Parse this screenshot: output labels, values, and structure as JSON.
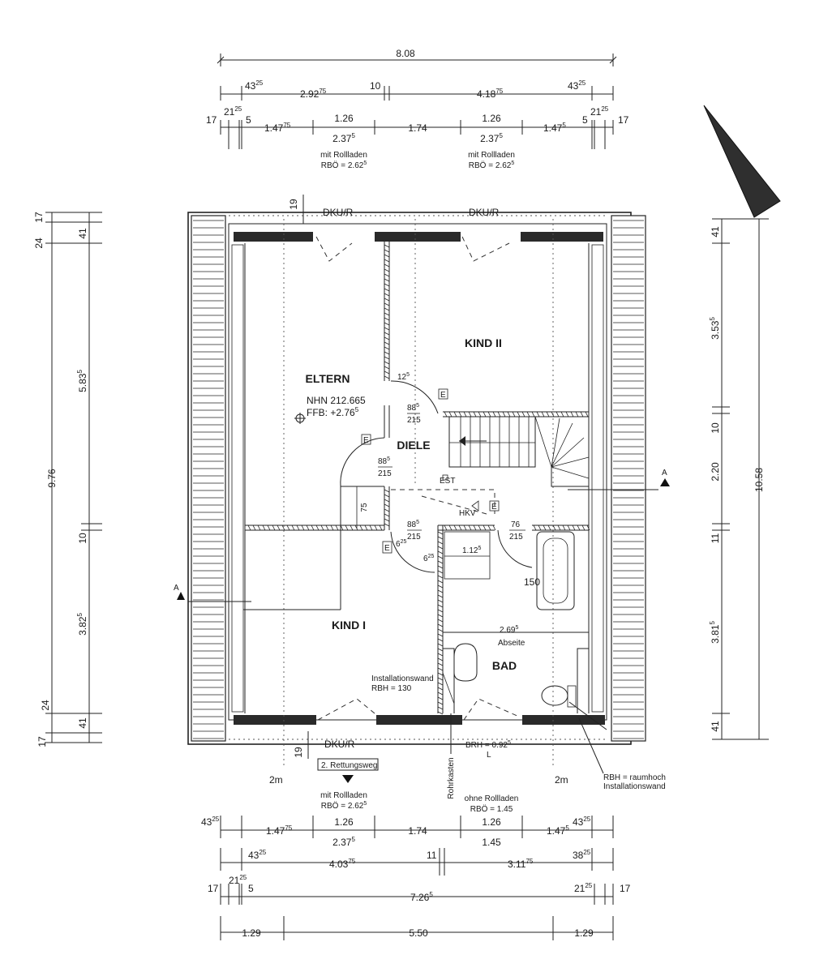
{
  "labels": {
    "top_total": "8.08",
    "top_r2_a": "43",
    "top_r2_a_sup": "25",
    "top_r2_b": "2.92",
    "top_r2_b_sup": "75",
    "top_r2_c": "10",
    "top_r2_d": "4.18",
    "top_r2_d_sup": "75",
    "top_r2_e": "43",
    "top_r2_e_sup": "25",
    "top_r3_a": "17",
    "top_r3_b": "21",
    "top_r3_b_sup": "25",
    "top_r3_c": "5",
    "top_r3_d": "1.47",
    "top_r3_d_sup": "75",
    "top_r3_e": "1.26",
    "top_r3_f": "1.74",
    "top_r3_g": "1.26",
    "top_r3_h": "1.47",
    "top_r3_h_sup": "5",
    "top_r3_i": "5",
    "top_r3_j": "21",
    "top_r3_j_sup": "25",
    "top_r3_k": "17",
    "top_win1": "2.37",
    "top_win1_sup": "5",
    "top_win2": "2.37",
    "top_win2_sup": "5",
    "rollladen_1": "mit Rollladen",
    "rbo_1": "RBÖ = 2.62",
    "rbo_1_sup": "5",
    "rollladen_2": "mit Rollladen",
    "rbo_2": "RBÖ = 2.62",
    "rbo_2_sup": "5",
    "dku_top_1": "DKU/R",
    "dku_top_2": "DKU/R",
    "dim_19_top": "19",
    "left_17": "17",
    "left_24_top": "24",
    "left_41_top": "41",
    "left_583": "5.83",
    "left_583_sup": "5",
    "left_976": "9.76",
    "left_10": "10",
    "left_382": "3.82",
    "left_382_sup": "5",
    "left_24_bot": "24",
    "left_41_bot": "41",
    "left_17_bot": "17",
    "right_41_top": "41",
    "right_353": "3.53",
    "right_353_sup": "5",
    "right_10": "10",
    "right_220": "2.20",
    "right_1058": "10.58",
    "right_11": "11",
    "right_381": "3.81",
    "right_381_sup": "5",
    "right_41_bot": "41",
    "room_eltern": "ELTERN",
    "nhn": "NHN 212.665",
    "ffb": "FFB: +2.76",
    "ffb_sup": "5",
    "room_kind2": "KIND II",
    "room_diele": "DIELE",
    "room_kind1": "KIND I",
    "room_bad": "BAD",
    "door_12": "12",
    "door_12_sup": "5",
    "door_88a": "88",
    "door_88a_sup": "5",
    "door_215a": "215",
    "door_88b": "88",
    "door_88b_sup": "5",
    "door_215b": "215",
    "door_88c": "88",
    "door_88c_sup": "5",
    "door_215c": "215",
    "door_76": "76",
    "door_215d": "215",
    "dim_75": "75",
    "dim_6a": "6",
    "dim_6a_sup": "25",
    "dim_6b": "6",
    "dim_6b_sup": "25",
    "dim_112": "1.12",
    "dim_112_sup": "5",
    "dim_150": "150",
    "dim_269": "2.69",
    "dim_269_sup": "5",
    "abseite": "Abseite",
    "est": "EST",
    "hkv": "HKV",
    "e1": "E",
    "e2": "E",
    "e3": "E",
    "e4": "E",
    "inst_wand": "Installationswand",
    "rbh_130": "RBH = 130",
    "section_a1": "A",
    "section_a2": "A",
    "dku_bot": "DKU/R",
    "dim_19_bot": "19",
    "brh": "BRH = 0.92",
    "brh_sup": "5",
    "brh_l": "L",
    "m2_left": "2m",
    "m2_right": "2m",
    "rettungsweg": "2. Rettungsweg",
    "rohrkasten": "Rohrkasten",
    "rbh_raum_1": "RBH = raumhoch",
    "rbh_raum_2": "Installationswand",
    "rollladen_3": "mit Rollladen",
    "rbo_3": "RBÖ = 2.62",
    "rbo_3_sup": "5",
    "ohne_rollladen": "ohne Rollladen",
    "rbo_4": "RBÖ = 1.45",
    "bot_r1_a": "43",
    "bot_r1_a_sup": "25",
    "bot_r1_b": "1.47",
    "bot_r1_b_sup": "75",
    "bot_r1_c": "1.26",
    "bot_r1_d": "1.74",
    "bot_r1_e": "1.26",
    "bot_r1_f": "1.47",
    "bot_r1_f_sup": "5",
    "bot_r1_g": "43",
    "bot_r1_g_sup": "25",
    "bot_win1": "2.37",
    "bot_win1_sup": "5",
    "bot_win2": "1.45",
    "bot_r2_a": "43",
    "bot_r2_a_sup": "25",
    "bot_r2_b": "4.03",
    "bot_r2_b_sup": "75",
    "bot_r2_c": "11",
    "bot_r2_d": "3.11",
    "bot_r2_d_sup": "75",
    "bot_r2_e": "38",
    "bot_r2_e_sup": "25",
    "bot_r3_a": "17",
    "bot_r3_b": "21",
    "bot_r3_b_sup": "25",
    "bot_r3_c": "5",
    "bot_r3_d": "7.26",
    "bot_r3_d_sup": "5",
    "bot_r3_e": "21",
    "bot_r3_e_sup": "25",
    "bot_r3_f": "17",
    "bot_r4_a": "1.29",
    "bot_r4_b": "5.50",
    "bot_r4_c": "1.29"
  }
}
